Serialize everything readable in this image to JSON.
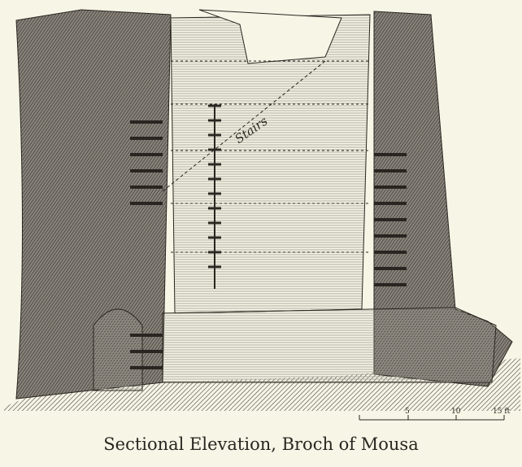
{
  "figure": {
    "caption": "Sectional Elevation, Broch of Mousa",
    "stairs_label": "Stairs",
    "scale_bar": {
      "ticks": [
        "5",
        "10",
        "15 ft"
      ],
      "unit": "ft"
    }
  },
  "colors": {
    "paper": "#f7f5e6",
    "ink": "#2a2520",
    "hatch": "#6b6660"
  }
}
